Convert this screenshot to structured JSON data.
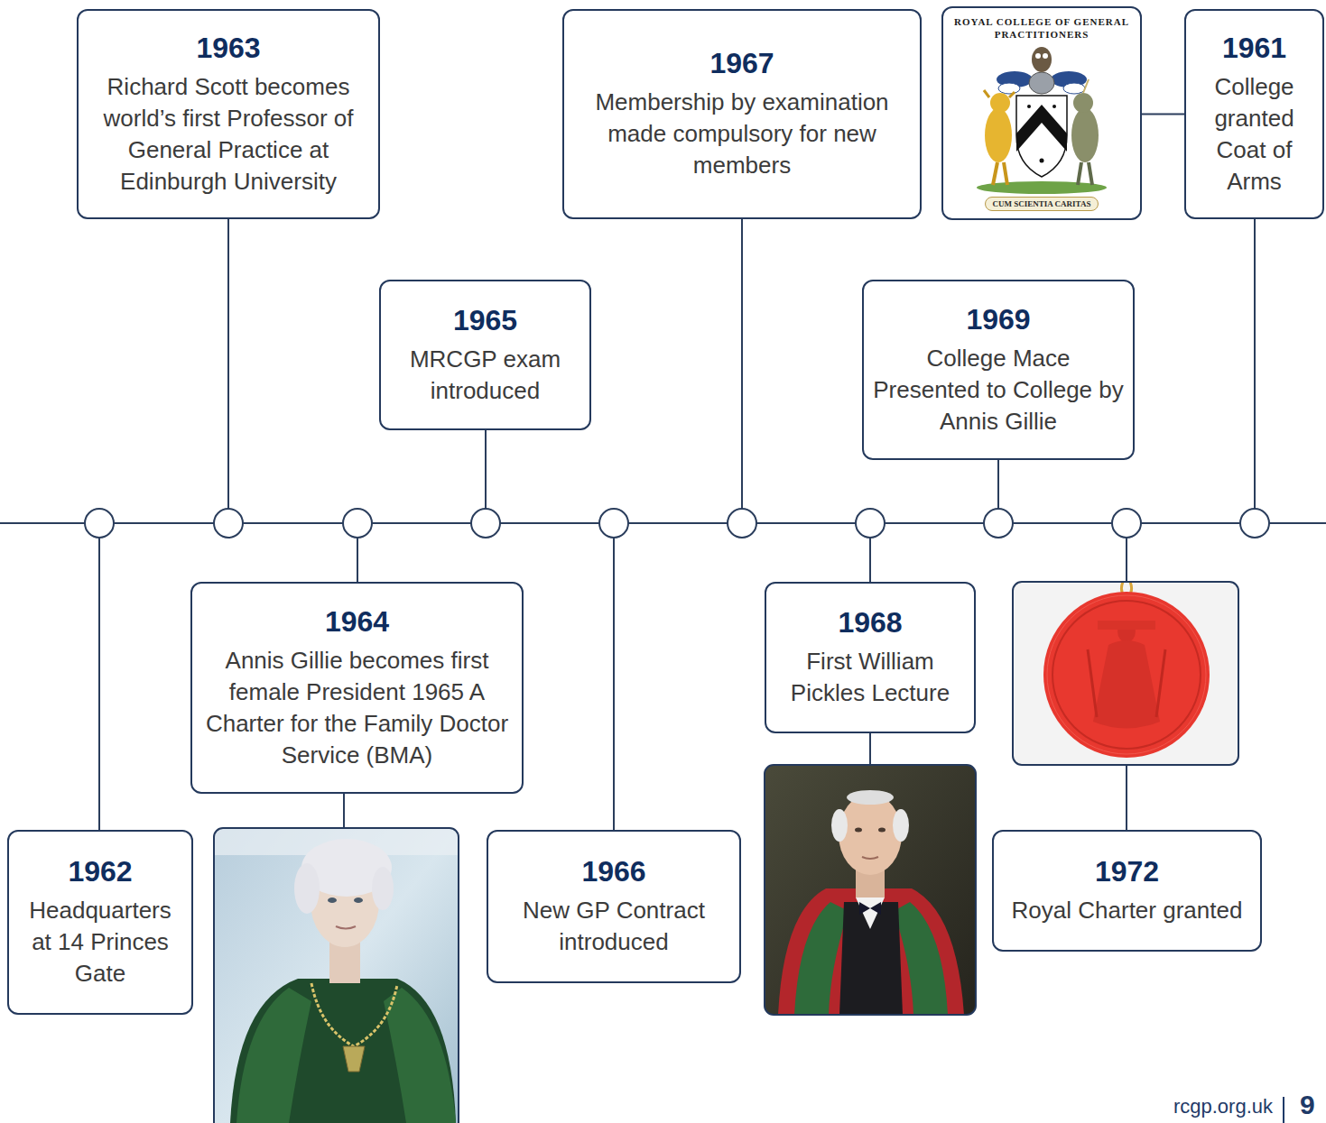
{
  "diagram": {
    "nodes": [
      {
        "text": [
          "1962",
          "Headquarters at 14 Princes Gate"
        ]
      },
      {
        "text": [
          "1963",
          "Richard Scott becomes world’s first Professor of General Practice at Edinburgh University"
        ]
      },
      {
        "text": [
          "1964",
          "Annis Gillie becomes first female President 1965 A Charter for the Family Doctor Service (BMA)"
        ]
      },
      {
        "text": [
          "1965",
          "MRCGP exam introduced"
        ]
      },
      {
        "text": [
          "1966",
          "New GP Contract introduced"
        ]
      },
      {
        "text": [
          "1967",
          "Membership by examination made compulsory for new members"
        ]
      },
      {
        "text": [
          "1968",
          "First William Pickles Lecture"
        ]
      },
      {
        "text": [
          "1969",
          "College Mace Presented to College by Annis Gillie"
        ]
      },
      {
        "text": [
          "1972",
          "Royal Charter granted"
        ]
      },
      {
        "text": [
          "ROYAL COLLEGE OF GENERAL PRACTITIONERS",
          "CUM SCIENTIA CARITAS"
        ]
      },
      {
        "text": [
          "1961",
          "College granted Coat of Arms"
        ]
      }
    ],
    "edges": [
      {
        "from": 10,
        "to": 9,
        "arrow": "none"
      }
    ],
    "labels": [
      "rcgp.org.uk",
      "9"
    ]
  }
}
